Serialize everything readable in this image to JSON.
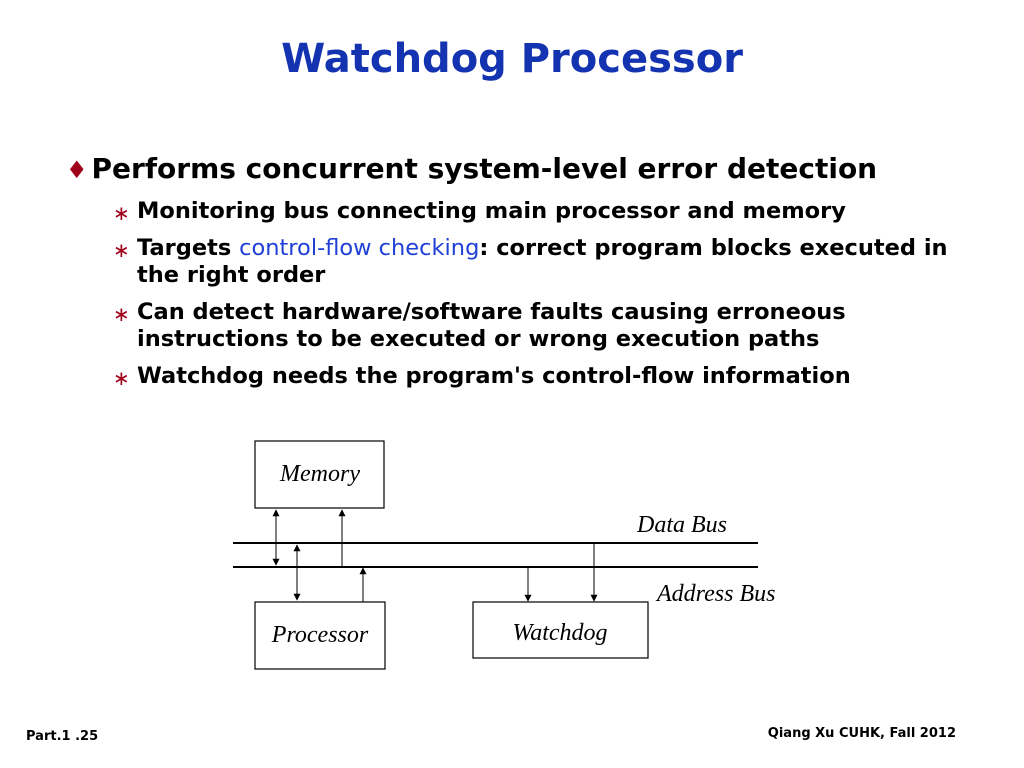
{
  "title": "Watchdog Processor",
  "main_bullet": "Performs concurrent system-level error detection",
  "sub_bullets": {
    "b1": "Monitoring bus connecting main processor and memory",
    "b2_pre": "Targets ",
    "b2_highlight": "control-flow checking",
    "b2_post": ": correct program blocks executed in the right order",
    "b3": "Can detect hardware/software faults causing erroneous instructions to be executed or wrong execution paths",
    "b4": "Watchdog needs the program's control-flow information"
  },
  "diagram": {
    "memory": "Memory",
    "processor": "Processor",
    "watchdog": "Watchdog",
    "data_bus": "Data Bus",
    "address_bus": "Address Bus"
  },
  "footer": {
    "left": "Part.1 .25",
    "right": "Qiang Xu CUHK, Fall 2012"
  },
  "colors": {
    "title": "#1433b0",
    "bullet_marker": "#a0001a",
    "highlight": "#1f3fd6"
  }
}
